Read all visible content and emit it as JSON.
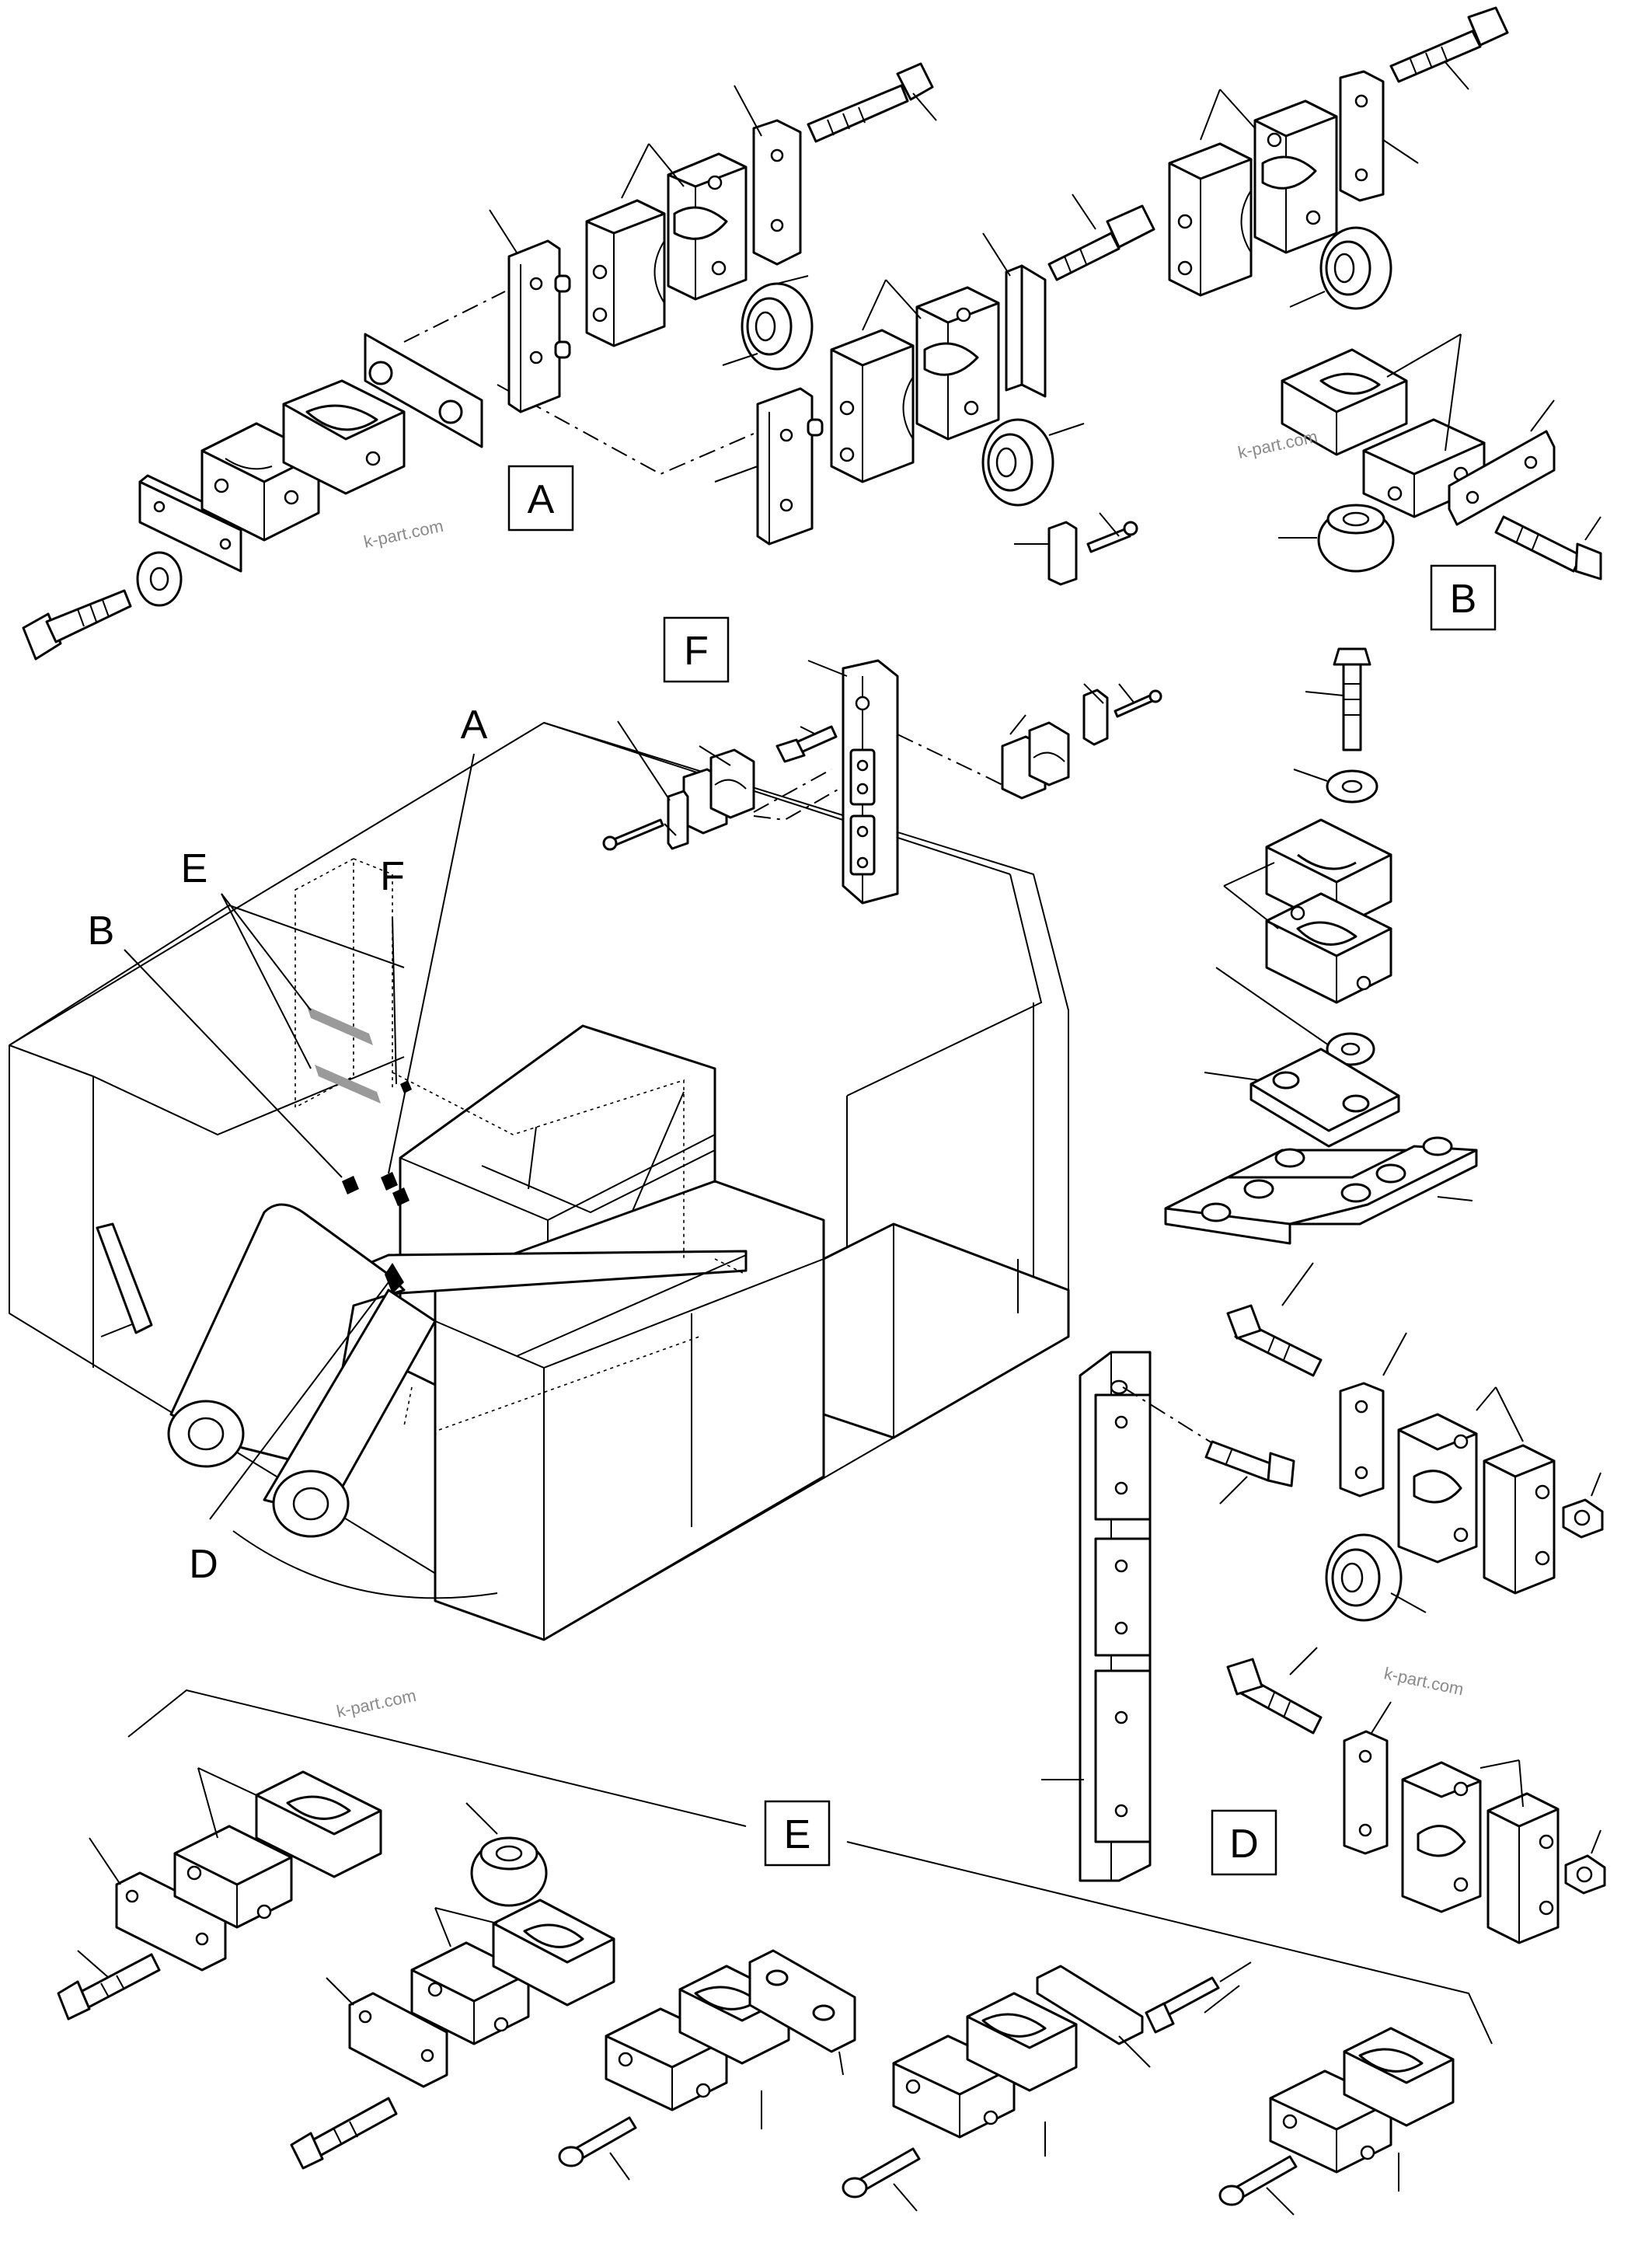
{
  "diagram": {
    "labels": {
      "A_box": "A",
      "B_box": "B",
      "D_box": "D",
      "E_box": "E",
      "F_box": "F",
      "A_callout": "A",
      "B_callout": "B",
      "D_callout": "D",
      "E_callout": "E",
      "F_callout": "F"
    },
    "watermarks": [
      "k-part.com",
      "k-part.com",
      "k-part.com",
      "k-part.com"
    ]
  }
}
